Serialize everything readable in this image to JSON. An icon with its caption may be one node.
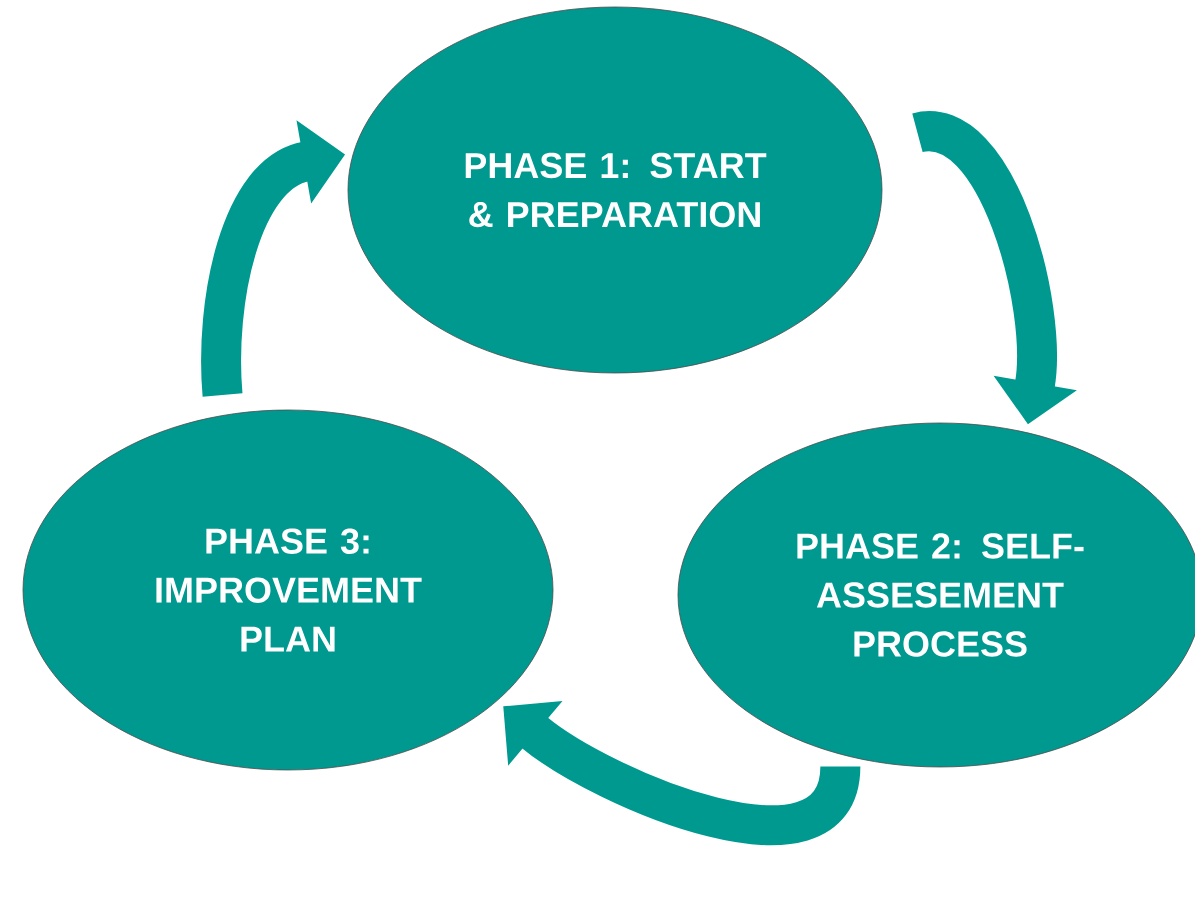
{
  "diagram": {
    "nodes": [
      {
        "text": [
          "PHASE 1: START & PREPARATION"
        ]
      },
      {
        "text": [
          "PHASE 2: SELF-ASSESEMENT PROCESS"
        ]
      },
      {
        "text": [
          "PHASE 3: IMPROVEMENT PLAN"
        ]
      }
    ],
    "edges": [
      {
        "from": 0,
        "to": 1,
        "arrow": "to"
      },
      {
        "from": 1,
        "to": 2,
        "arrow": "to"
      },
      {
        "from": 2,
        "to": 0,
        "arrow": "to"
      }
    ]
  }
}
